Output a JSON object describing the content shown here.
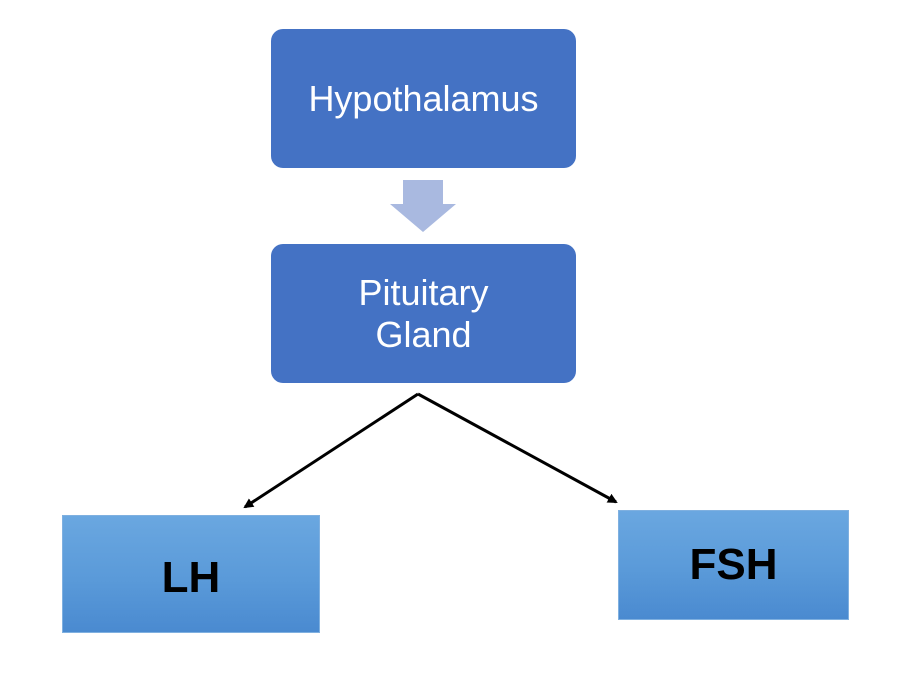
{
  "diagram": {
    "nodes": {
      "hypothalamus": "Hypothalamus",
      "pituitary": "Pituitary\nGland",
      "lh": "LH",
      "fsh": "FSH"
    },
    "edges": [
      {
        "from": "hypothalamus",
        "to": "pituitary",
        "style": "block-arrow"
      },
      {
        "from": "pituitary",
        "to": "lh",
        "style": "line-arrow"
      },
      {
        "from": "pituitary",
        "to": "fsh",
        "style": "line-arrow"
      }
    ],
    "colors": {
      "process_box": "#4472C4",
      "block_arrow": "#A9B9E0",
      "leaf_box": "#5B9BD5",
      "connector": "#000000"
    }
  }
}
